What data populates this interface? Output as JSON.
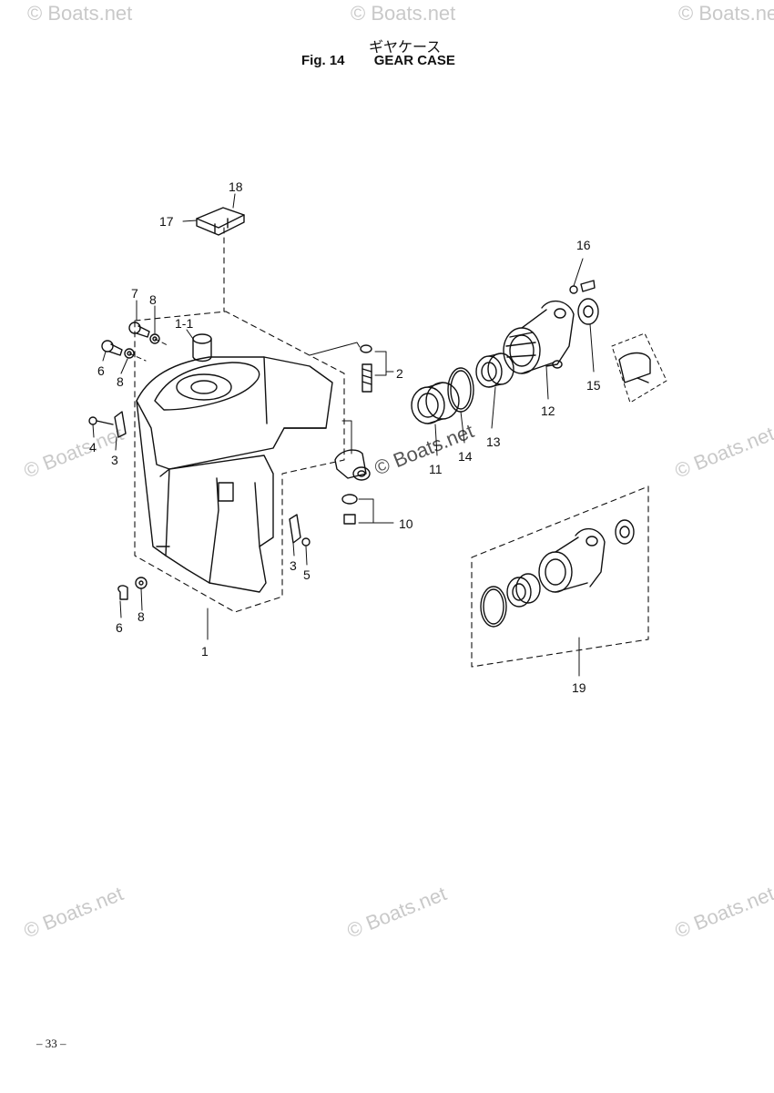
{
  "header": {
    "title_jp": "ギヤケース",
    "figure_number": "Fig. 14",
    "title": "GEAR CASE"
  },
  "callouts": {
    "c1": "1",
    "c1_1": "1-1",
    "c2": "2",
    "c3a": "3",
    "c3b": "3",
    "c4": "4",
    "c5": "5",
    "c6a": "6",
    "c6b": "6",
    "c7": "7",
    "c8a": "8",
    "c8b": "8",
    "c8c": "8",
    "c10": "10",
    "c11": "11",
    "c12": "12",
    "c13": "13",
    "c14": "14",
    "c15": "15",
    "c16": "16",
    "c17": "17",
    "c18": "18",
    "c19": "19"
  },
  "watermark": "© Boats.net",
  "center_watermark": "© Boats.net",
  "page_number": "– 33 –"
}
